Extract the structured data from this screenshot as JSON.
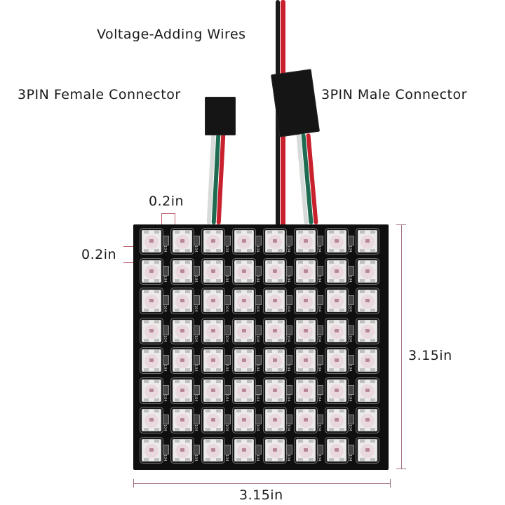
{
  "labels": {
    "voltage_wires": "Voltage-Adding Wires",
    "female_connector": "3PIN  Female Connector",
    "male_connector": "3PIN Male Connector",
    "led_pitch_horizontal": "0.2in",
    "led_pitch_vertical": "0.2in",
    "height": "3.15in",
    "width": "3.15in"
  },
  "panel": {
    "rows": 8,
    "cols": 8,
    "component_marking": "104",
    "board_color": "#0f0f0f"
  },
  "colors": {
    "wire_red": "#c8202c",
    "wire_black": "#1a1a1a",
    "wire_green": "#1f6b52",
    "wire_white": "#d8dcd8",
    "dimension_line": "#a0707a"
  }
}
